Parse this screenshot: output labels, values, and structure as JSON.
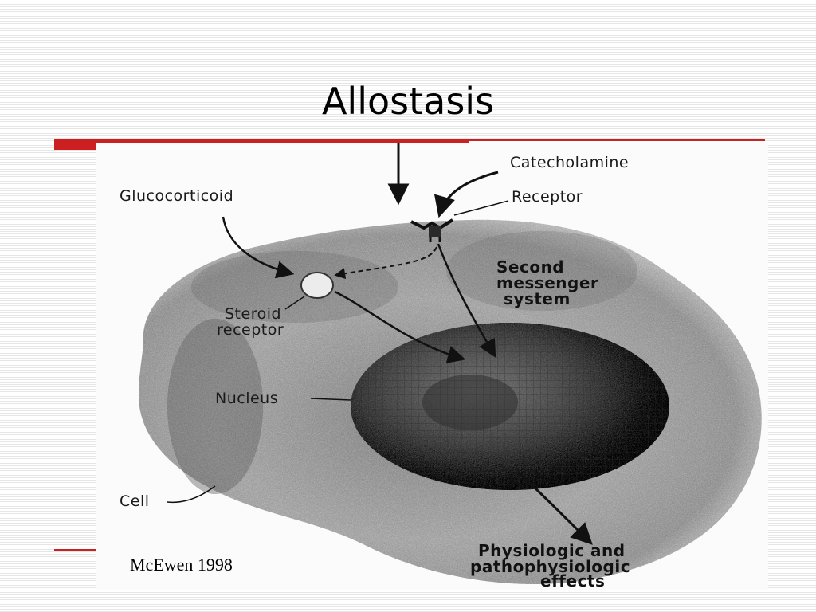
{
  "slide": {
    "title": "Allostasis",
    "citation": "McEwen 1998",
    "accent_color": "#cc1f1f"
  },
  "diagram": {
    "labels": {
      "catecholamine": "Catecholamine",
      "receptor": "Receptor",
      "glucocorticoid": "Glucocorticoid",
      "second_messenger_line1": "Second",
      "second_messenger_line2": "messenger",
      "second_messenger_line3": "system",
      "steroid_receptor_line1": "Steroid",
      "steroid_receptor_line2": "receptor",
      "nucleus": "Nucleus",
      "cell": "Cell",
      "effects_line1": "Physiologic and",
      "effects_line2": "pathophysiologic",
      "effects_line3": "effects"
    }
  }
}
